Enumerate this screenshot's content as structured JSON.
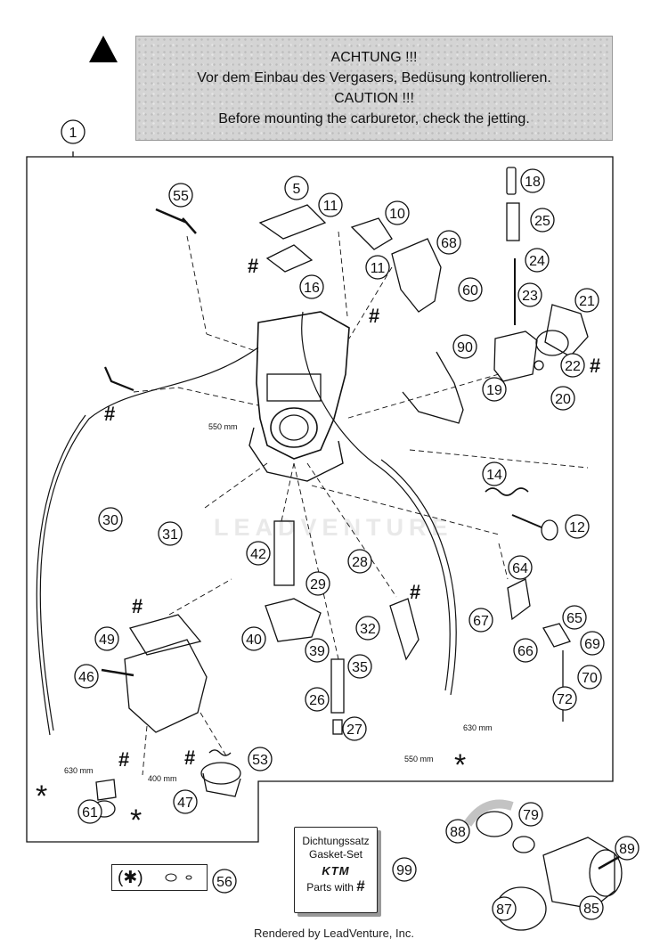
{
  "header": {
    "line1": "ACHTUNG !!!",
    "line2": "Vor dem Einbau des Vergasers, Bedüsung kontrollieren.",
    "line3": "CAUTION !!!",
    "line4": "Before mounting the carburetor, check the jetting."
  },
  "callouts": {
    "c1": "1",
    "c5": "5",
    "c10": "10",
    "c11a": "11",
    "c11b": "11",
    "c12": "12",
    "c14": "14",
    "c16": "16",
    "c18": "18",
    "c19": "19",
    "c20": "20",
    "c21": "21",
    "c22": "22",
    "c23": "23",
    "c24": "24",
    "c25": "25",
    "c26": "26",
    "c27": "27",
    "c28": "28",
    "c29": "29",
    "c30": "30",
    "c31": "31",
    "c32": "32",
    "c35": "35",
    "c39": "39",
    "c40": "40",
    "c42": "42",
    "c46": "46",
    "c47": "47",
    "c49": "49",
    "c53": "53",
    "c55": "55",
    "c56": "56",
    "c60": "60",
    "c61": "61",
    "c64": "64",
    "c65": "65",
    "c66": "66",
    "c67": "67",
    "c68": "68",
    "c69": "69",
    "c70": "70",
    "c72": "72",
    "c79": "79",
    "c85": "85",
    "c87": "87",
    "c88": "88",
    "c89": "89",
    "c90": "90",
    "c99": "99"
  },
  "marks": {
    "hash": "#",
    "star": "*"
  },
  "dims": {
    "d550a": "550 mm",
    "d550b": "550 mm",
    "d630a": "630 mm",
    "d630b": "630 mm",
    "d400": "400 mm"
  },
  "kit": {
    "line1": "Dichtungssatz",
    "line2": "Gasket-Set",
    "brand": "KTM",
    "line3": "Parts with",
    "hash": "#"
  },
  "legend": {
    "symbol": "(✱)"
  },
  "watermark": "LEADVENTURE",
  "footer": "Rendered by LeadVenture, Inc."
}
